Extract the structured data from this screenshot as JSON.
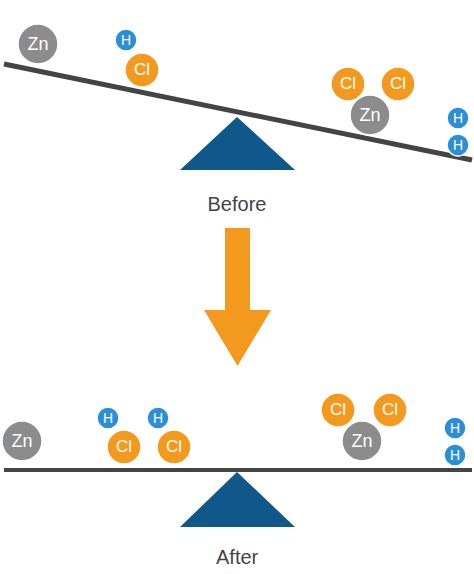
{
  "diagram": {
    "nodes": [
      {
        "text": [
          "Zn"
        ]
      },
      {
        "text": [
          "H"
        ]
      },
      {
        "text": [
          "Cl"
        ]
      },
      {
        "text": [
          "Cl"
        ]
      },
      {
        "text": [
          "Cl"
        ]
      },
      {
        "text": [
          "Zn"
        ]
      },
      {
        "text": [
          "H"
        ]
      },
      {
        "text": [
          "H"
        ]
      },
      {
        "text": [
          "Zn"
        ]
      },
      {
        "text": [
          "H"
        ]
      },
      {
        "text": [
          "Cl"
        ]
      },
      {
        "text": [
          "H"
        ]
      },
      {
        "text": [
          "Cl"
        ]
      },
      {
        "text": [
          "Cl"
        ]
      },
      {
        "text": [
          "Cl"
        ]
      },
      {
        "text": [
          "Zn"
        ]
      },
      {
        "text": [
          "H"
        ]
      },
      {
        "text": [
          "H"
        ]
      }
    ],
    "labels": [
      "Before",
      "After"
    ]
  }
}
